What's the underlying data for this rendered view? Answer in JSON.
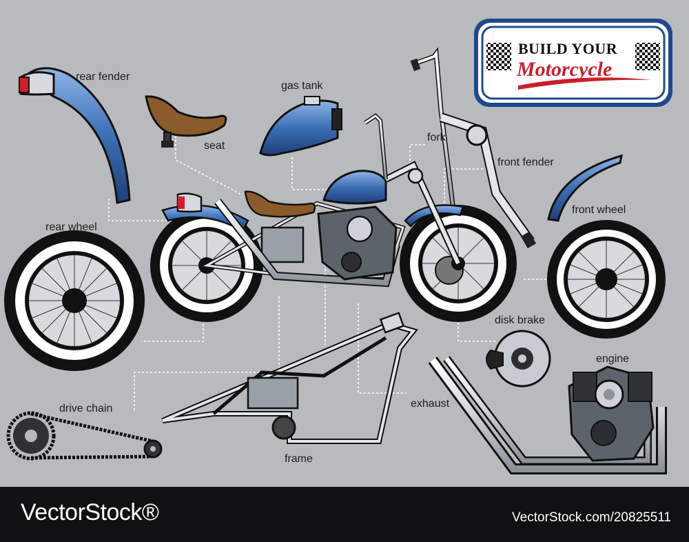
{
  "badge": {
    "line1": "BUILD YOUR",
    "line2": "Motorcycle",
    "colors": {
      "border": "#1e4a8c",
      "accent": "#c8202c",
      "fill": "#ffffff"
    }
  },
  "parts": {
    "rear_fender": "rear fender",
    "seat": "seat",
    "gas_tank": "gas tank",
    "fork": "fork",
    "front_fender": "front fender",
    "front_wheel": "front wheel",
    "rear_wheel": "rear wheel",
    "disk_brake": "disk brake",
    "engine": "engine",
    "drive_chain": "drive chain",
    "exhaust": "exhaust",
    "frame": "frame"
  },
  "colors": {
    "background": "#b8babd",
    "paint_blue": "#3c6fb5",
    "leather_brown": "#8b5a2b",
    "chrome": "#e4e6ea",
    "tire": "#111111"
  },
  "footer": {
    "brand": "VectorStock®",
    "image_id": "VectorStock.com/20825511"
  }
}
